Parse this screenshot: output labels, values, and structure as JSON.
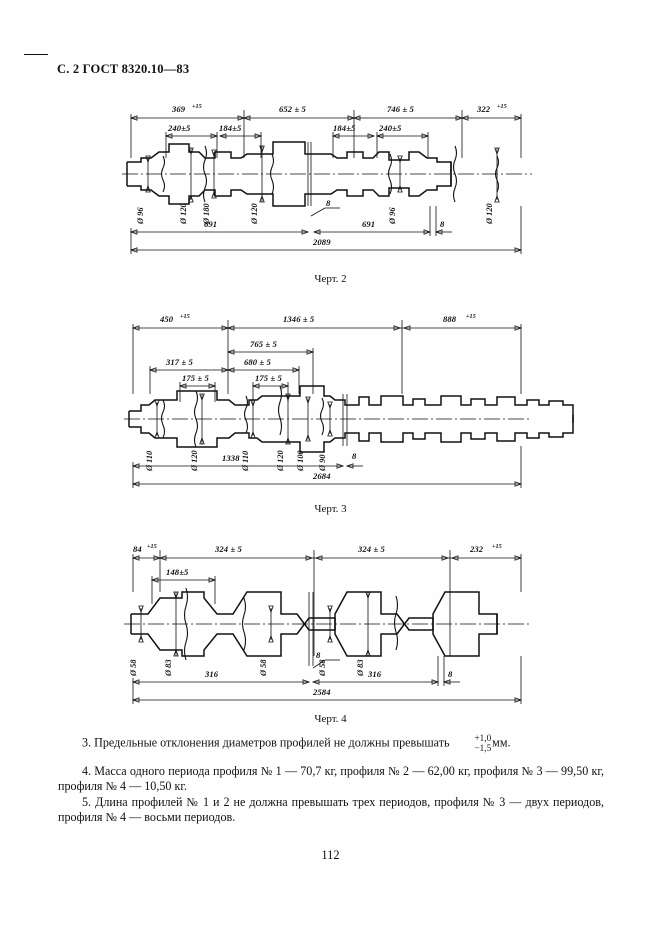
{
  "document": {
    "header": "С. 2 ГОСТ 8320.10—83",
    "page_number": "112"
  },
  "figures": [
    {
      "id": "figure-1",
      "caption": "Черт. 2",
      "top_dimensions": [
        {
          "value": "369",
          "tol_top": "+15",
          "tol_bot": ""
        },
        {
          "value": "652 ± 5",
          "tol_top": "",
          "tol_bot": ""
        },
        {
          "value": "746 ± 5",
          "tol_top": "",
          "tol_bot": ""
        },
        {
          "value": "322",
          "tol_top": "+15",
          "tol_bot": ""
        }
      ],
      "inner_dimensions": [
        "240±5",
        "184±5",
        "184±5",
        "240±5"
      ],
      "diameters": [
        "Ø 96",
        "Ø 120",
        "Ø 180",
        "Ø 120",
        "Ø 96",
        "Ø 120"
      ],
      "bottom_dimensions": [
        "691",
        "8",
        "691",
        "8"
      ],
      "overall": "2089"
    },
    {
      "id": "figure-2",
      "caption": "Черт. 3",
      "top_dimensions": [
        {
          "value": "450",
          "tol_top": "+15",
          "tol_bot": ""
        },
        {
          "value": "1346 ± 5",
          "tol_top": "",
          "tol_bot": ""
        },
        {
          "value": "888",
          "tol_top": "+15",
          "tol_bot": ""
        }
      ],
      "second_row": [
        "765 ± 5"
      ],
      "third_row": [
        "317 ± 5",
        "680 ± 5"
      ],
      "fourth_row": [
        "175 ± 5",
        "175 ± 5"
      ],
      "diameters": [
        "Ø 110",
        "Ø 120",
        "Ø 110",
        "Ø 120",
        "Ø 100",
        "Ø 90"
      ],
      "bottom_dimensions": [
        "1338",
        "8"
      ],
      "overall": "2684"
    },
    {
      "id": "figure-3",
      "caption": "Черт. 4",
      "top_dimensions": [
        {
          "value": "84",
          "tol_top": "+15",
          "tol_bot": ""
        },
        {
          "value": "324 ± 5",
          "tol_top": "",
          "tol_bot": ""
        },
        {
          "value": "324 ± 5",
          "tol_top": "",
          "tol_bot": ""
        },
        {
          "value": "232",
          "tol_top": "+15",
          "tol_bot": ""
        }
      ],
      "inner_dimensions": [
        "148±5"
      ],
      "diameters": [
        "Ø 58",
        "Ø 83",
        "Ø 58",
        "Ø 58",
        "Ø 83"
      ],
      "bottom_dimensions": [
        "316",
        "8",
        "316",
        "8"
      ],
      "overall": "2584"
    }
  ],
  "clauses": {
    "clause3_before": "3. Предельные отклонения диаметров профилей не должны превышать",
    "clause3_tol_top": "+1,0",
    "clause3_tol_bot": "−1,5",
    "clause3_after": "мм.",
    "clause4": "4. Масса одного периода профиля № 1 — 70,7 кг, профиля № 2 — 62,00 кг, профиля № 3 — 99,50 кг, профиля № 4 — 10,50 кг.",
    "clause5": "5. Длина профилей № 1 и 2 не должна превышать трех периодов, профиля № 3 — двух периодов, профиля № 4 — восьми периодов."
  }
}
